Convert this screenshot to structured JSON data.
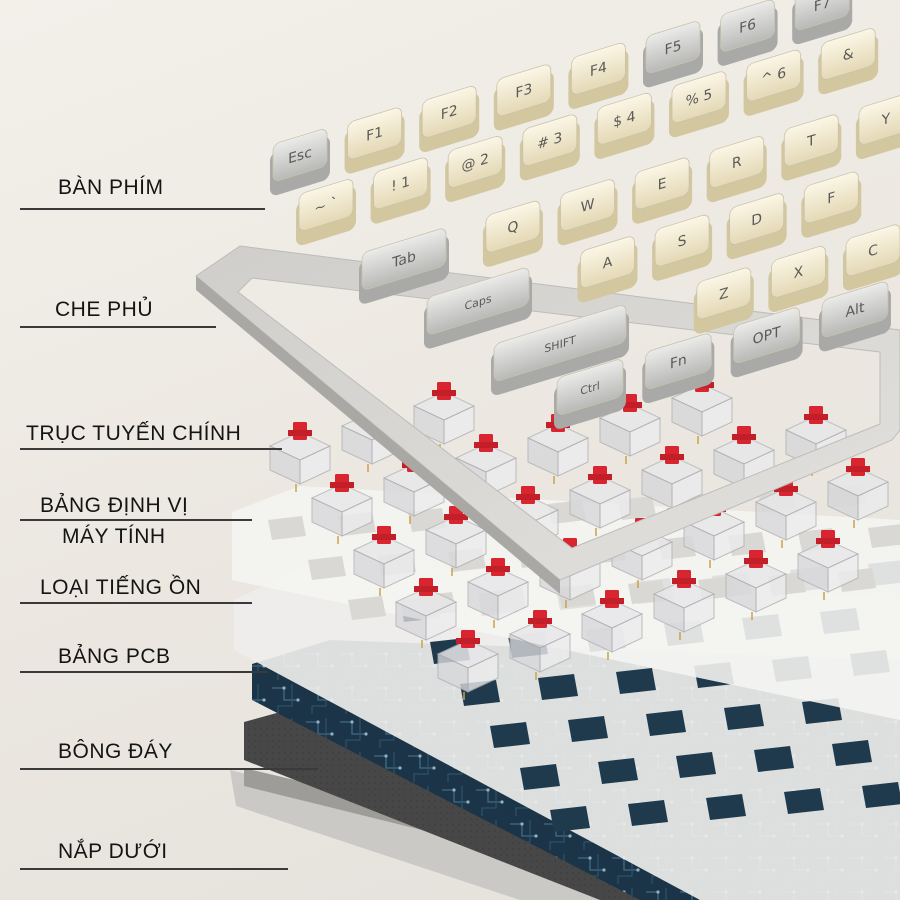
{
  "labels": {
    "keycaps": "BÀN PHÍM",
    "cover": "CHE PHỦ",
    "switches": "TRỤC TUYẾN CHÍNH",
    "plate_line1": "BẢNG ĐỊNH VỊ",
    "plate_line2": "MÁY TÍNH",
    "noise_pad": "LOẠI TIẾNG ỒN",
    "pcb": "BẢNG PCB",
    "bottom_foam": "BÔNG ĐÁY",
    "bottom_case": "NẮP DƯỚI"
  },
  "keycap_legends": {
    "row_fn": [
      "Esc",
      "F1",
      "F2",
      "F3",
      "F4",
      "F5",
      "F6",
      "F7"
    ],
    "row_num": [
      "~ `",
      "! 1",
      "@ 2",
      "# 3",
      "$ 4",
      "% 5",
      "^ 6",
      "&"
    ],
    "row_qwerty": [
      "Tab",
      "Q",
      "W",
      "E",
      "R",
      "T",
      "Y"
    ],
    "row_home": [
      "Caps",
      "A",
      "S",
      "D",
      "F"
    ],
    "row_shift": [
      "SHIFT",
      "Z",
      "X",
      "C"
    ],
    "row_bottom": [
      "Ctrl",
      "Fn",
      "OPT",
      "Alt"
    ]
  },
  "colors": {
    "background": "#efece7",
    "keycap_cream": "#f1e9cf",
    "keycap_gray": "#cfcfcd",
    "frame": "#d7d6d3",
    "switch_stem": "#d9252f",
    "pcb": "#1e3a4d",
    "foam": "#4a4a4a"
  }
}
